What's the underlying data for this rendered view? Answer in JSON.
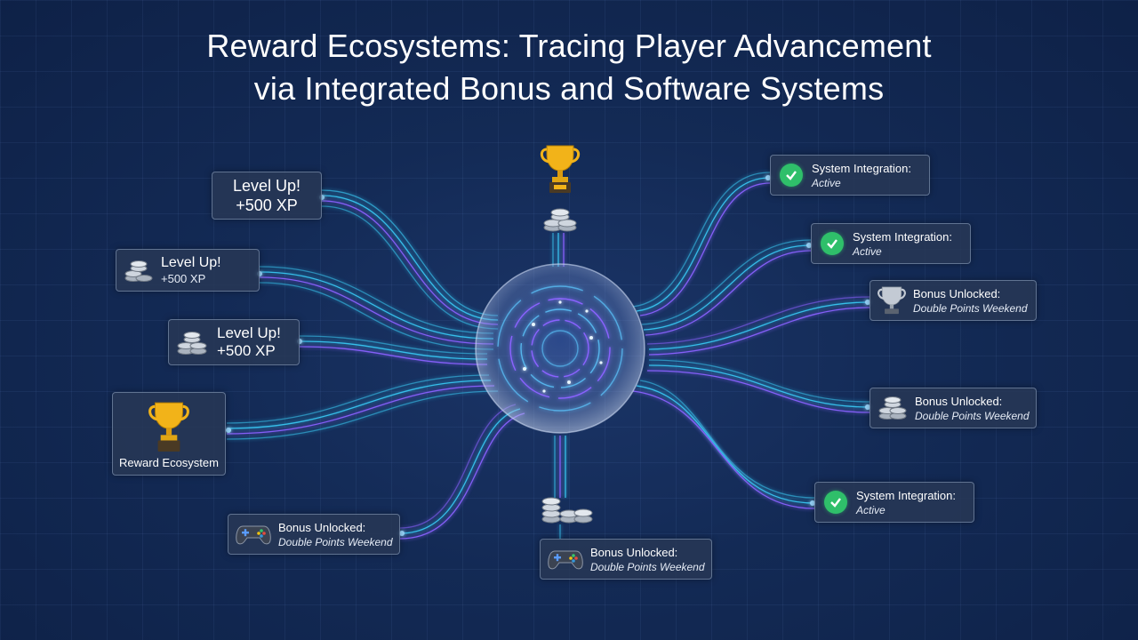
{
  "title": {
    "line1": "Reward Ecosystems: Tracing Player Advancement",
    "line2": "via Integrated Bonus and Software Systems"
  },
  "colors": {
    "background": "#132a55",
    "path_cyan": "#39c6f2",
    "path_violet": "#8a63ff",
    "check_green": "#2fbf6a",
    "trophy_gold": "#f2b319"
  },
  "left_cards": [
    {
      "line1": "Level Up!",
      "line2": "+500 XP",
      "icon": "none"
    },
    {
      "line1": "Level Up!",
      "line2": "+500 XP",
      "icon": "coin-stack-icon"
    },
    {
      "line1": "Level Up!",
      "line2": "+500 XP",
      "icon": "coin-stack-icon"
    },
    {
      "label": "Reward Ecosystem",
      "icon": "trophy-icon"
    },
    {
      "line1": "Bonus Unlocked:",
      "line2": "Double Points Weekend",
      "icon": "gamepad-icon"
    }
  ],
  "bottom_card": {
    "line1": "Bonus Unlocked:",
    "line2": "Double Points Weekend",
    "icon": "gamepad-icon"
  },
  "right_cards": [
    {
      "line1": "System Integration:",
      "line2": "Active",
      "icon": "check-icon"
    },
    {
      "line1": "System Integration:",
      "line2": "Active",
      "icon": "check-icon"
    },
    {
      "line1": "Bonus Unlocked:",
      "line2": "Double Points Weekend",
      "icon": "silver-trophy-icon"
    },
    {
      "line1": "Bonus Unlocked:",
      "line2": "Double Points Weekend",
      "icon": "coin-stack-icon"
    },
    {
      "line1": "System Integration:",
      "line2": "Active",
      "icon": "check-icon"
    }
  ],
  "floating_icons": [
    "trophy-icon",
    "coin-stack-icon",
    "coin-stack-icon"
  ]
}
